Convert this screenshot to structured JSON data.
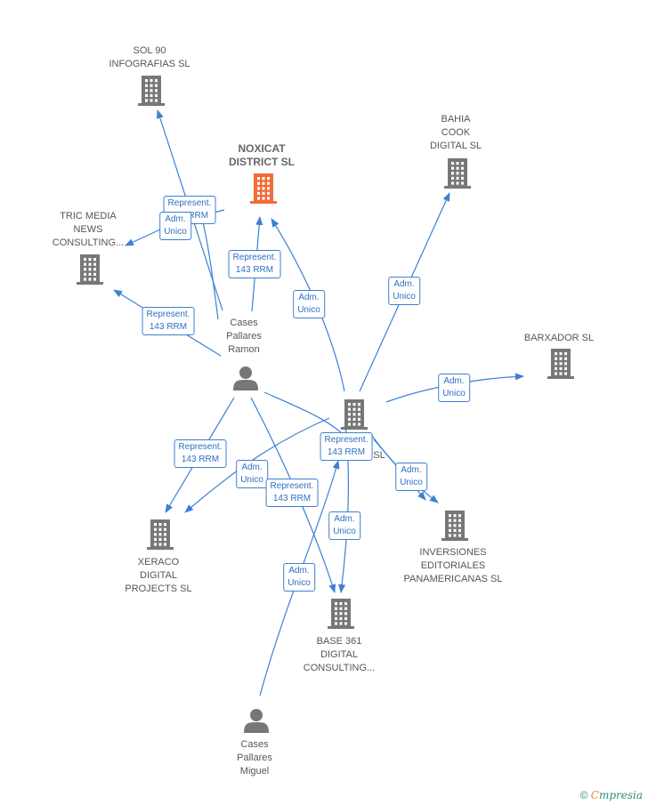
{
  "colors": {
    "edge": "#3b7fd4",
    "company": "#777777",
    "main_company": "#f26b38",
    "person": "#777777"
  },
  "nodes": [
    {
      "id": "sol90",
      "type": "company",
      "label": "SOL 90\nINFOGRAFIAS SL"
    },
    {
      "id": "noxicat",
      "type": "company",
      "main": true,
      "label": "NOXICAT\nDISTRICT  SL"
    },
    {
      "id": "bahia",
      "type": "company",
      "label": "BAHIA\nCOOK\nDIGITAL  SL"
    },
    {
      "id": "tric",
      "type": "company",
      "label": "TRIC MEDIA\nNEWS\nCONSULTING..."
    },
    {
      "id": "barxador",
      "type": "company",
      "label": "BARXADOR SL"
    },
    {
      "id": "hub",
      "type": "company",
      "label": "SL"
    },
    {
      "id": "xeraco",
      "type": "company",
      "label": "XERACO\nDIGITAL\nPROJECTS  SL"
    },
    {
      "id": "inversiones",
      "type": "company",
      "label": "INVERSIONES\nEDITORIALES\nPANAMERICANAS SL"
    },
    {
      "id": "base361",
      "type": "company",
      "label": "BASE 361\nDIGITAL\nCONSULTING..."
    },
    {
      "id": "ramon",
      "type": "person",
      "label": "Cases\nPallares\nRamon"
    },
    {
      "id": "miguel",
      "type": "person",
      "label": "Cases\nPallares\nMiguel"
    }
  ],
  "edge_labels": [
    {
      "id": "e1",
      "text": "Represent.\n143 RRM"
    },
    {
      "id": "e2",
      "text": "Adm.\nUnico"
    },
    {
      "id": "e3",
      "text": "Represent.\n143 RRM"
    },
    {
      "id": "e4",
      "text": "Represent.\n143 RRM"
    },
    {
      "id": "e5",
      "text": "Adm.\nUnico"
    },
    {
      "id": "e6",
      "text": "Adm.\nUnico"
    },
    {
      "id": "e7",
      "text": "Adm.\nUnico"
    },
    {
      "id": "e8",
      "text": "Represent.\n143 RRM"
    },
    {
      "id": "e9",
      "text": "Adm.\nUnico"
    },
    {
      "id": "e10",
      "text": "Represent.\n143 RRM"
    },
    {
      "id": "e11",
      "text": "Represent.\n143 RRM"
    },
    {
      "id": "e12",
      "text": "Adm.\nUnico"
    },
    {
      "id": "e13",
      "text": "Adm.\nUnico"
    },
    {
      "id": "e14",
      "text": "Adm.\nUnico"
    }
  ],
  "footer": {
    "copyright_symbol": "©",
    "brand_initial": "C",
    "brand_rest": "mpresia"
  }
}
